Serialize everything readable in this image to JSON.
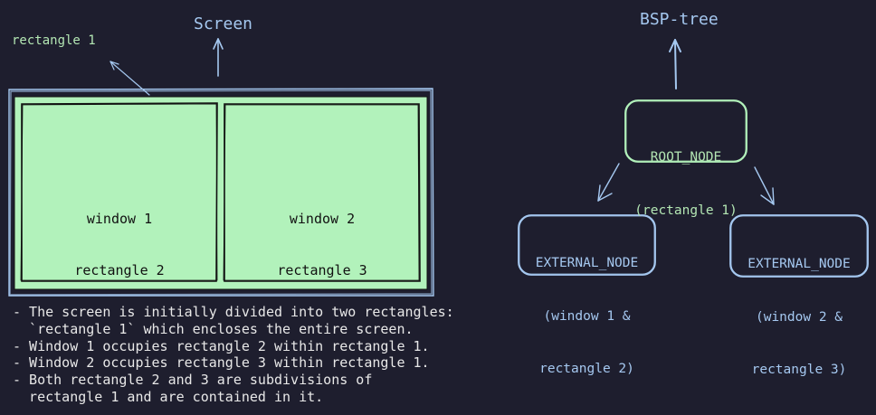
{
  "screen": {
    "title": "Screen",
    "outer_label": "rectangle 1",
    "windows": [
      {
        "line1": "window 1",
        "line2": "rectangle 2"
      },
      {
        "line1": "window 2",
        "line2": "rectangle 3"
      }
    ]
  },
  "tree": {
    "title": "BSP-tree",
    "root": {
      "line1": "ROOT_NODE",
      "line2": "(rectangle 1)"
    },
    "left": {
      "line1": "EXTERNAL_NODE",
      "line2": "(window 1 &",
      "line3": "rectangle 2)"
    },
    "right": {
      "line1": "EXTERNAL_NODE",
      "line2": "(window 2 &",
      "line3": "rectangle 3)"
    }
  },
  "notes": [
    "- The screen is initially divided into two rectangles:",
    "  `rectangle 1` which encloses the entire screen.",
    "- Window 1 occupies rectangle 2 within rectangle 1.",
    "- Window 2 occupies rectangle 3 within rectangle 1.",
    "- Both rectangle 2 and 3 are subdivisions of",
    "  rectangle 1 and are contained in it."
  ],
  "colors": {
    "background": "#1e1e2e",
    "screen_fill": "#b2f2bb",
    "blue_text": "#a5c8f0",
    "green_text": "#b3e6b3",
    "root_stroke": "#b2f2bb",
    "node_stroke": "#a5c8f0"
  }
}
